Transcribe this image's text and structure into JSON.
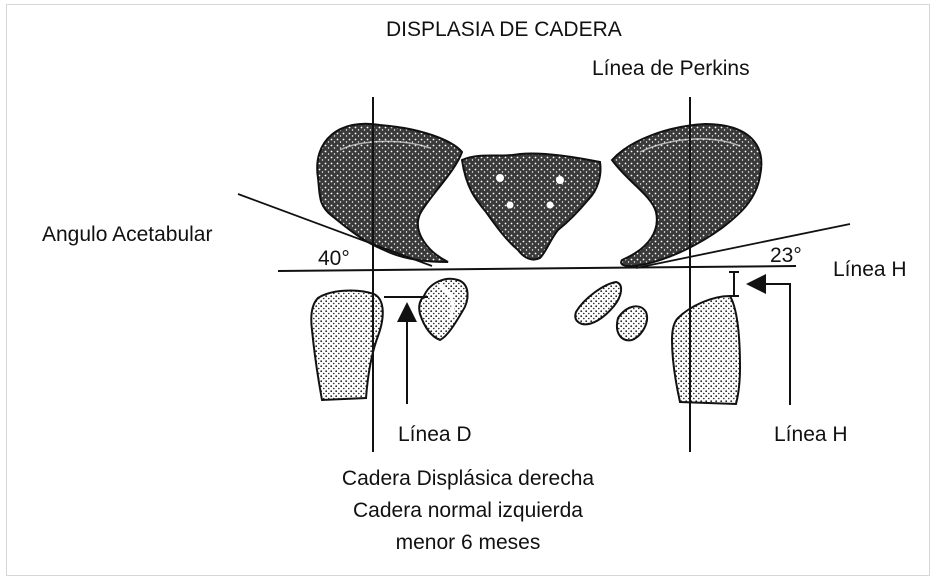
{
  "diagram": {
    "title": "DISPLASIA DE CADERA",
    "labels": {
      "perkins": "Línea de Perkins",
      "angulo": "Angulo Acetabular",
      "angle_right": "40°",
      "angle_left": "23°",
      "linea_h_top": "Línea H",
      "linea_d": "Línea D",
      "linea_h_bottom": "Línea H"
    },
    "caption": [
      "Cadera Displásica derecha",
      "Cadera normal izquierda",
      "menor 6 meses"
    ],
    "colors": {
      "ink": "#111111",
      "bone": "#2a2a2a",
      "background": "#ffffff"
    }
  }
}
